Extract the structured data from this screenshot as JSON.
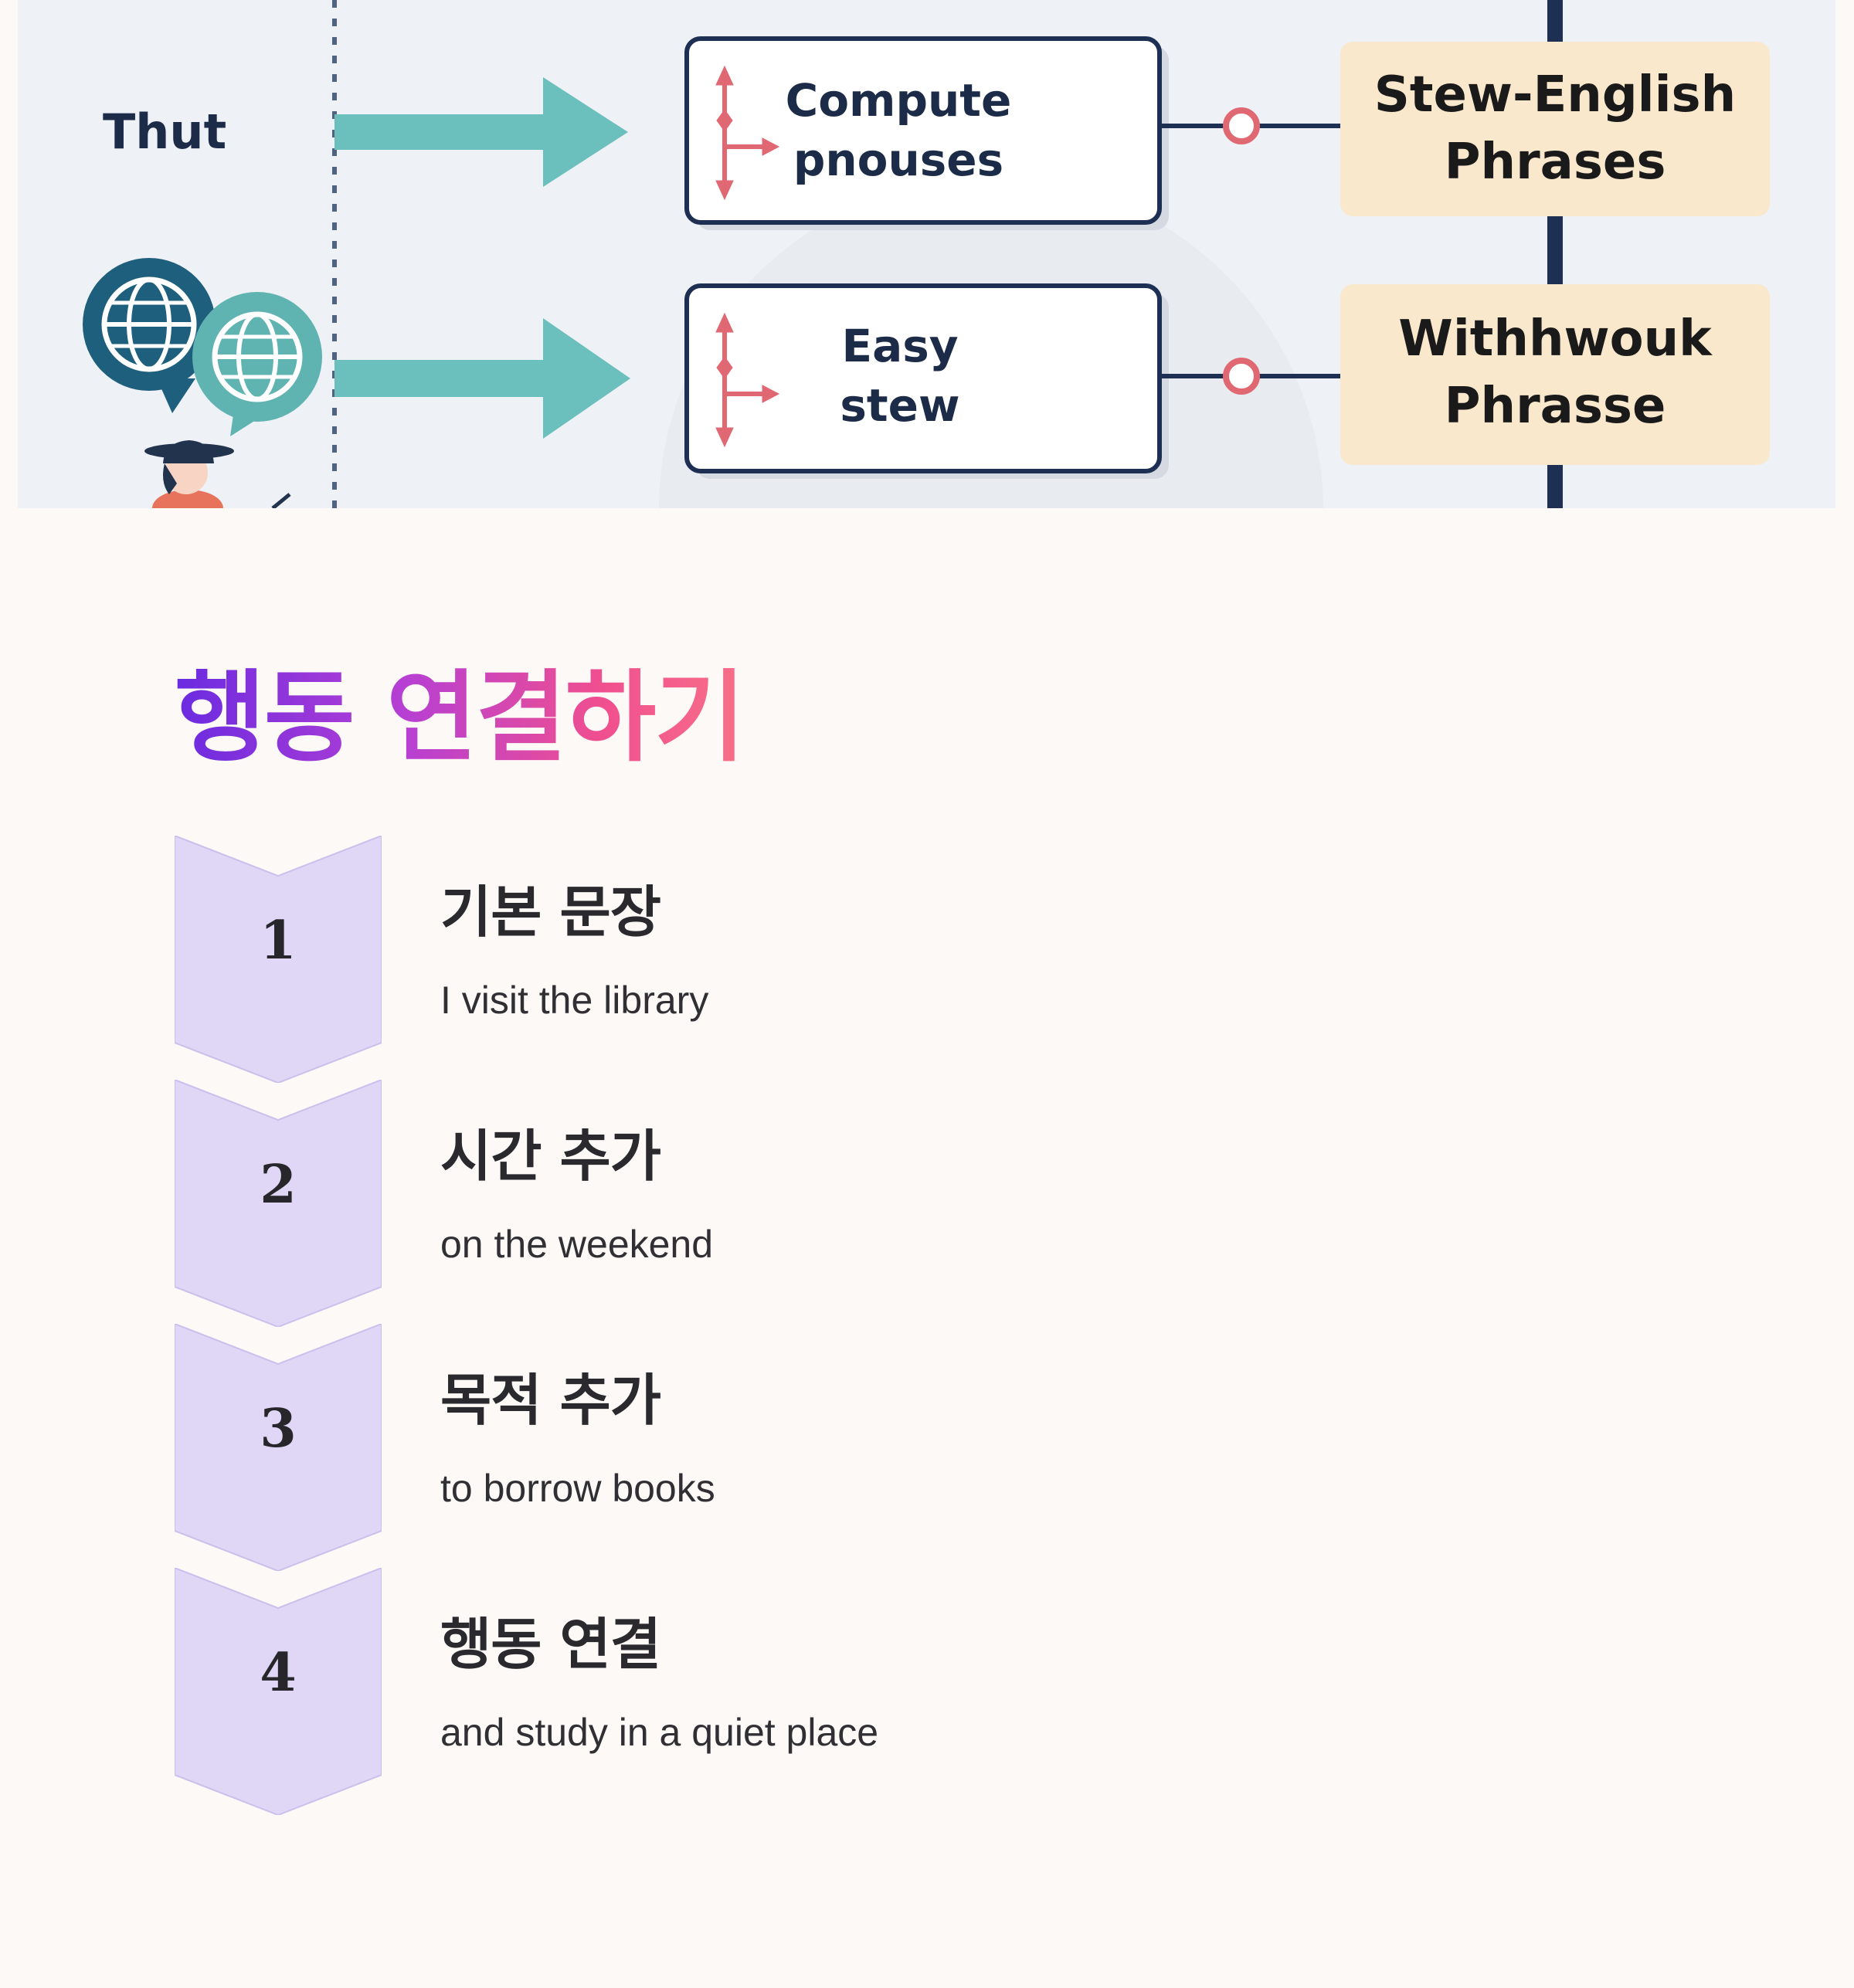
{
  "illustration": {
    "left_label": "Thut",
    "boxes": [
      {
        "text": "Compute\npnouses"
      },
      {
        "text": "Easy\nstew"
      }
    ],
    "phrase_cards": [
      {
        "text": "Stew-English\nPhrases"
      },
      {
        "text": "Withhwouk\nPhrasse"
      }
    ],
    "colors": {
      "arrow": "#6bbfbd",
      "box_border": "#1d2f52",
      "card_fill": "#fae8cd",
      "connector_dot": "#e06872",
      "globe_dark": "#1e5f7d",
      "globe_light": "#5fb3b1"
    }
  },
  "section": {
    "title": "행동 연결하기",
    "title_gradient": [
      "#6a2be0",
      "#f87088"
    ],
    "chevron_fill": "#e0d6f5",
    "steps": [
      {
        "number": "1",
        "title": "기본 문장",
        "description": "I visit the library"
      },
      {
        "number": "2",
        "title": "시간 추가",
        "description": "on the weekend"
      },
      {
        "number": "3",
        "title": "목적 추가",
        "description": "to borrow books"
      },
      {
        "number": "4",
        "title": "행동 연결",
        "description": "and study in a quiet place"
      }
    ]
  }
}
